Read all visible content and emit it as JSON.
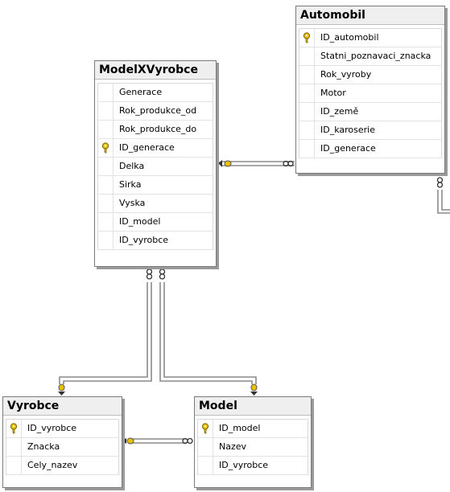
{
  "tables": {
    "automobil": {
      "name": "Automobil",
      "columns": [
        "ID_automobil",
        "Statni_poznavaci_znacka",
        "Rok_vyroby",
        "Motor",
        "ID_země",
        "ID_karoserie",
        "ID_generace"
      ],
      "key_column": "ID_automobil"
    },
    "modelxvyrobce": {
      "name": "ModelXVyrobce",
      "columns": [
        "Generace",
        "Rok_produkce_od",
        "Rok_produkce_do",
        "ID_generace",
        "Delka",
        "Sirka",
        "Vyska",
        "ID_model",
        "ID_vyrobce"
      ],
      "key_column": "ID_generace"
    },
    "vyrobce": {
      "name": "Vyrobce",
      "columns": [
        "ID_vyrobce",
        "Znacka",
        "Cely_nazev"
      ],
      "key_column": "ID_vyrobce"
    },
    "model": {
      "name": "Model",
      "columns": [
        "ID_model",
        "Nazev",
        "ID_vyrobce"
      ],
      "key_column": "ID_model"
    }
  },
  "relationships": [
    {
      "from": "Automobil",
      "to": "ModelXVyrobce",
      "one_side": "ModelXVyrobce",
      "many_side": "Automobil"
    },
    {
      "from": "ModelXVyrobce",
      "to": "Vyrobce",
      "one_side": "Vyrobce",
      "many_side": "ModelXVyrobce"
    },
    {
      "from": "ModelXVyrobce",
      "to": "Model",
      "one_side": "Model",
      "many_side": "ModelXVyrobce"
    },
    {
      "from": "Model",
      "to": "Vyrobce",
      "one_side": "Vyrobce",
      "many_side": "Model"
    },
    {
      "from": "Automobil",
      "to": "offscreen",
      "one_side": "",
      "many_side": "Automobil"
    }
  ],
  "colors": {
    "key": "#e8c000",
    "border": "#7a7a7a",
    "title_bg": "#efefef",
    "line": "#8a8a8a"
  }
}
